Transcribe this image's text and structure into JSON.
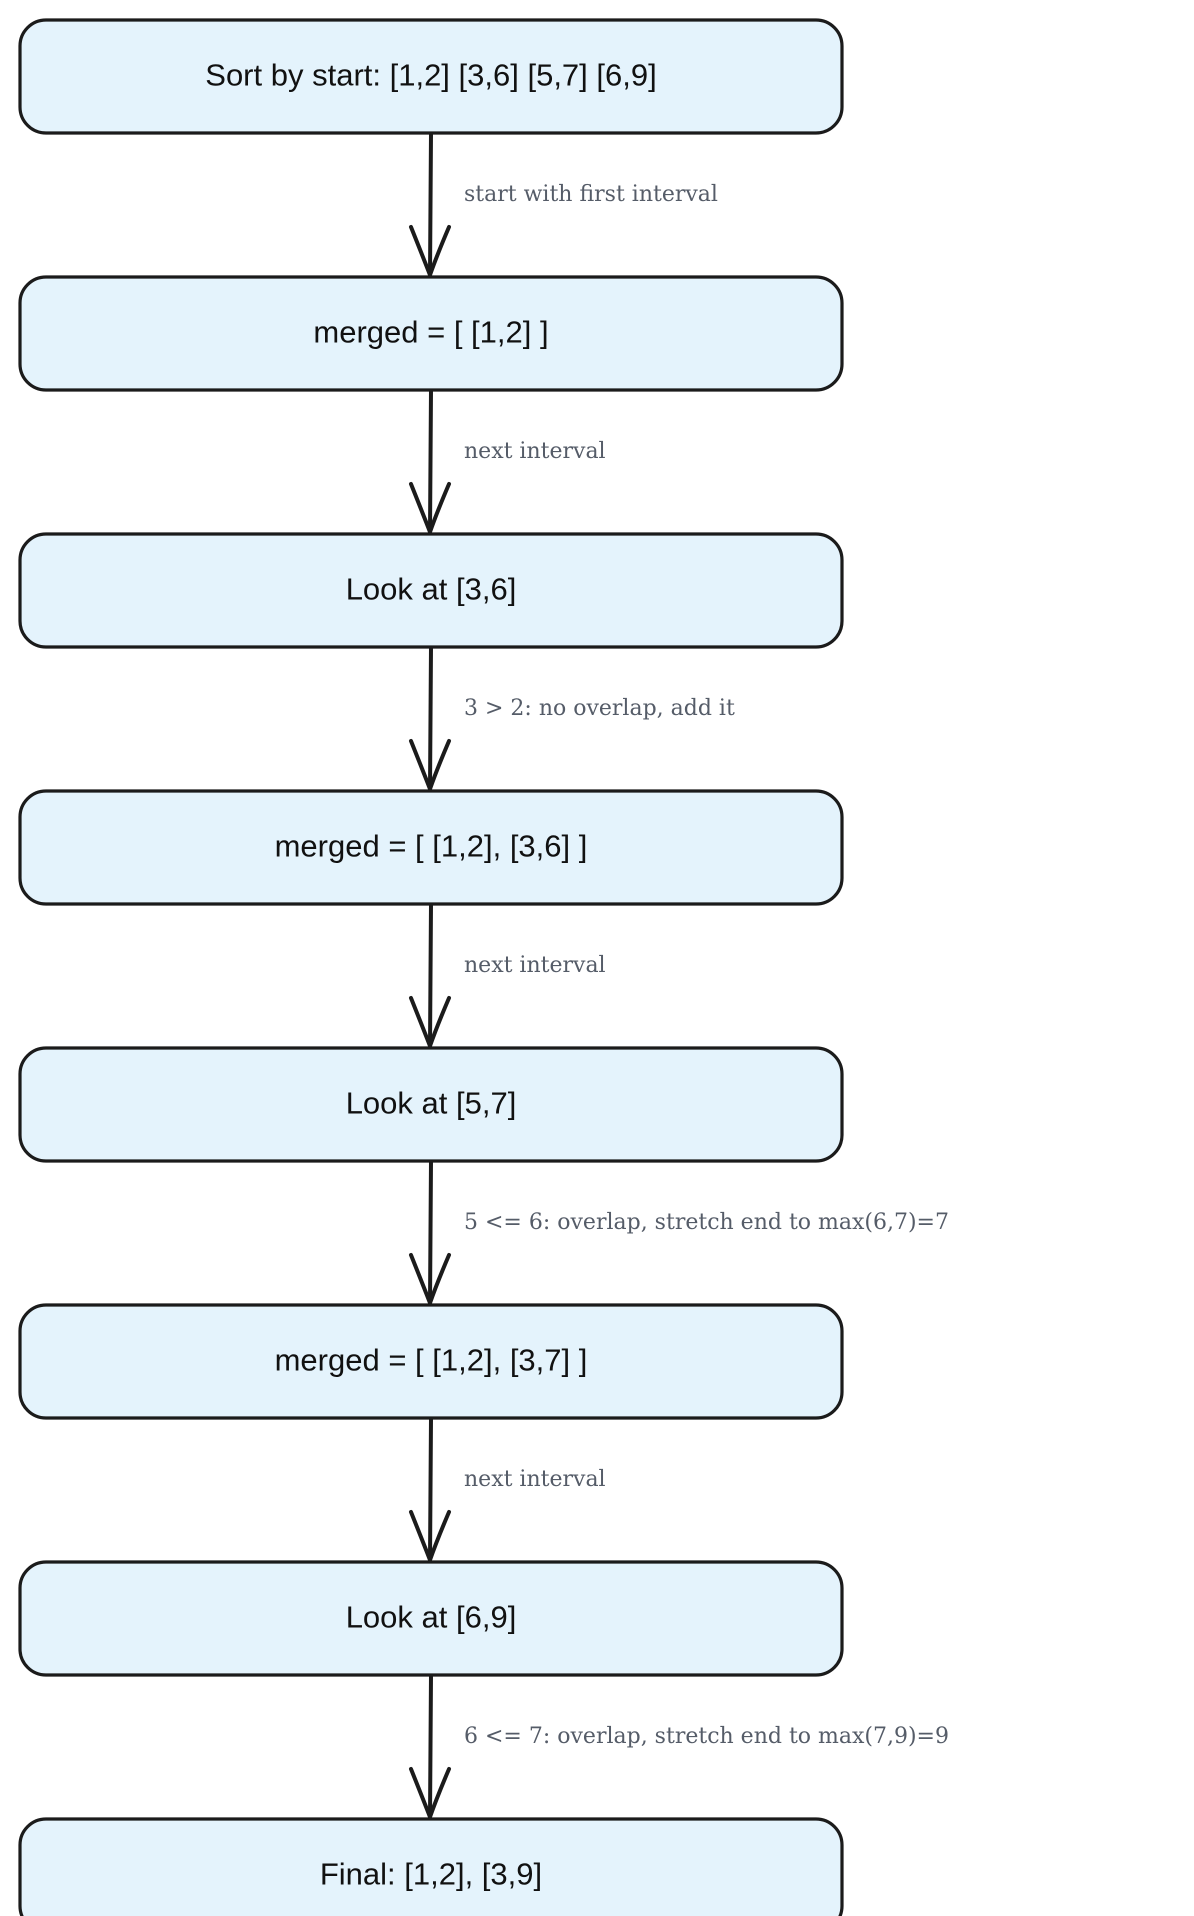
{
  "flowchart": {
    "nodes": [
      {
        "id": "n0",
        "label": "Sort by start: [1,2] [3,6] [5,7] [6,9]"
      },
      {
        "id": "n1",
        "label": "merged = [ [1,2] ]"
      },
      {
        "id": "n2",
        "label": "Look at [3,6]"
      },
      {
        "id": "n3",
        "label": "merged = [ [1,2], [3,6] ]"
      },
      {
        "id": "n4",
        "label": "Look at [5,7]"
      },
      {
        "id": "n5",
        "label": "merged = [ [1,2], [3,7] ]"
      },
      {
        "id": "n6",
        "label": "Look at [6,9]"
      },
      {
        "id": "n7",
        "label": "Final: [1,2], [3,9]"
      }
    ],
    "edges": [
      {
        "from": "n0",
        "to": "n1",
        "label": "start with first interval"
      },
      {
        "from": "n1",
        "to": "n2",
        "label": "next interval"
      },
      {
        "from": "n2",
        "to": "n3",
        "label": "3 > 2: no overlap, add it"
      },
      {
        "from": "n3",
        "to": "n4",
        "label": "next interval"
      },
      {
        "from": "n4",
        "to": "n5",
        "label": "5 <= 6: overlap, stretch end to max(6,7)=7"
      },
      {
        "from": "n5",
        "to": "n6",
        "label": "next interval"
      },
      {
        "from": "n6",
        "to": "n7",
        "label": "6 <= 7: overlap, stretch end to max(7,9)=9"
      }
    ]
  },
  "colors": {
    "node_fill": "#e4f3fc",
    "node_stroke": "#1b1b1b",
    "node_text": "#111111",
    "edge_stroke": "#1b1b1b",
    "edge_label": "#555c68"
  }
}
